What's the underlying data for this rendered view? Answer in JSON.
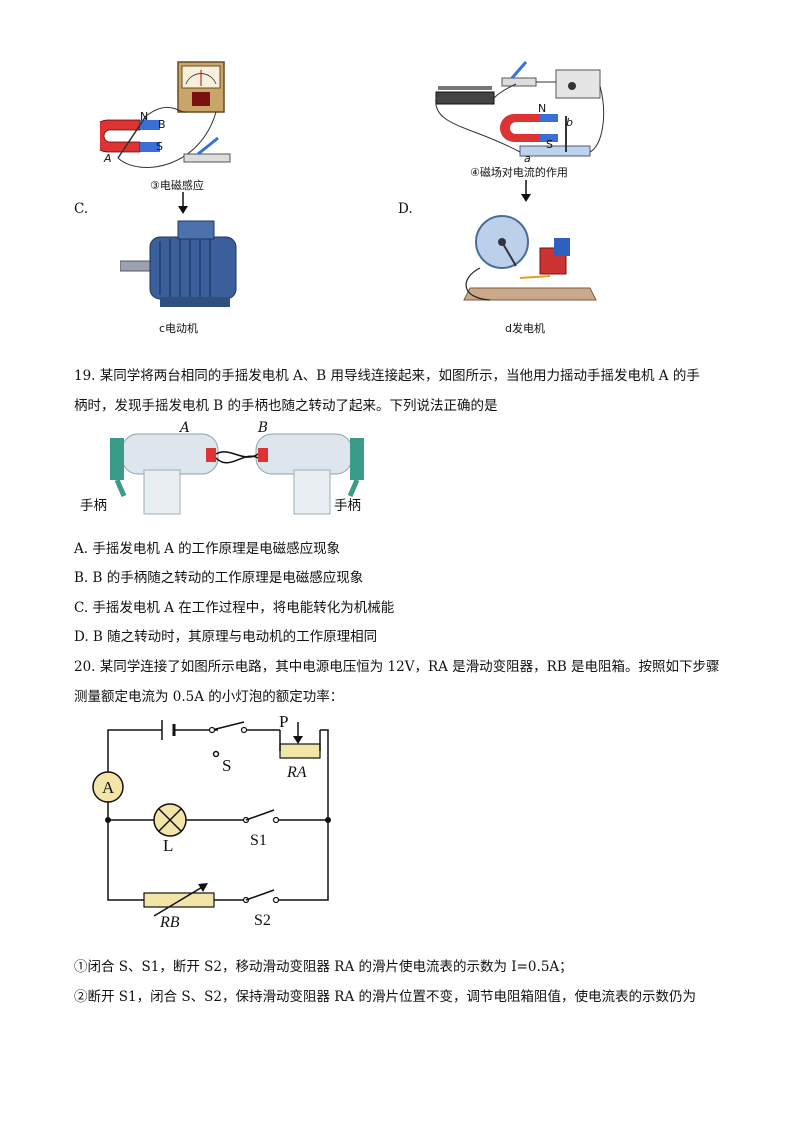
{
  "figures": {
    "fig3_caption": "③电磁感应",
    "fig3_N": "N",
    "fig3_B": "B",
    "fig3_S": "S",
    "fig3_A": "A",
    "fig4_caption": "④磁场对电流的作用",
    "fig4_N": "N",
    "fig4_b": "b",
    "fig4_S": "S",
    "fig4_a": "a",
    "option_c_letter": "C.",
    "option_d_letter": "D.",
    "motor_caption": "c电动机",
    "generator_caption": "d发电机"
  },
  "q19": {
    "stem_line1": "19.  某同学将两台相同的手摇发电机 A、B 用导线连接起来，如图所示，当他用力摇动手摇发电机 A 的手",
    "stem_line2": "柄时，发现手摇发电机 B 的手柄也随之转动了起来。下列说法正确的是",
    "label_A": "A",
    "label_B": "B",
    "handle_left": "手柄",
    "handle_right": "手柄",
    "options": [
      "A.  手摇发电机 A 的工作原理是电磁感应现象",
      "B. B 的手柄随之转动的工作原理是电磁感应现象",
      "C.  手摇发电机 A 在工作过程中，将电能转化为机械能",
      "D. B 随之转动时，其原理与电动机的工作原理相同"
    ]
  },
  "q20": {
    "stem_line1": "20.  某同学连接了如图所示电路，其中电源电压恒为 12V，RA 是滑动变阻器，RB 是电阻箱。按照如下步骤",
    "stem_line2": "测量额定电流为 0.5A 的小灯泡的额定功率：",
    "circuit": {
      "P": "P",
      "S": "S",
      "RA": "RA",
      "A": "A",
      "L": "L",
      "S1": "S1",
      "RB": "RB",
      "S2": "S2"
    },
    "step1": "①闭合 S、S1，断开 S2，移动滑动变阻器 RA 的滑片使电流表的示数为 I=0.5A；",
    "step2": "②断开 S1，闭合 S、S2，保持滑动变阻器 RA 的滑片位置不变，调节电阻箱阻值，使电流表的示数仍为"
  }
}
